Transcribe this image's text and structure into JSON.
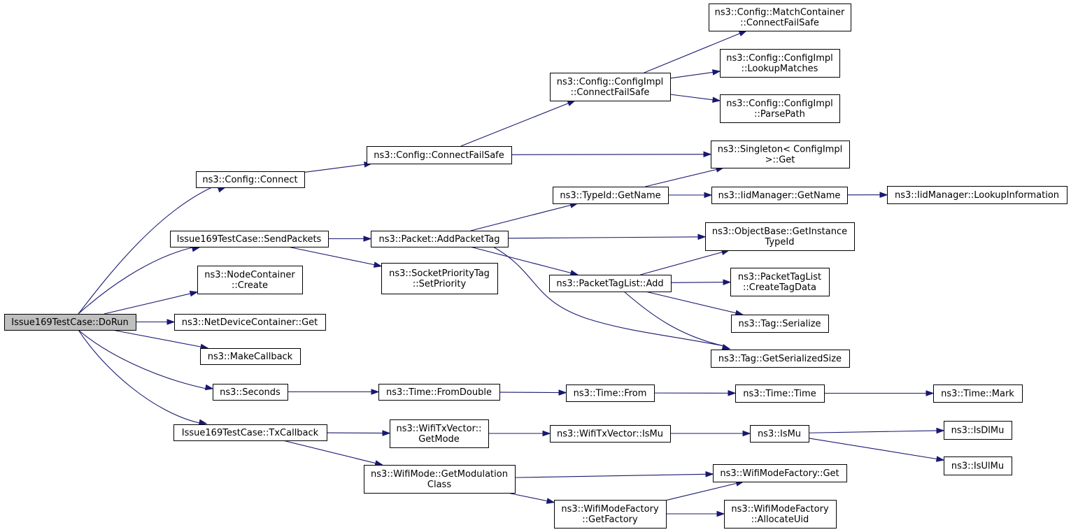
{
  "colors": {
    "edge": "#191970",
    "node_border": "#000000",
    "node_fill": "#ffffff",
    "root_fill": "#bfbfbf"
  },
  "nodes": {
    "n_dorun": [
      "Issue169TestCase::DoRun"
    ],
    "n_cfg_connect": [
      "ns3::Config::Connect"
    ],
    "n_sendpackets": [
      "Issue169TestCase::SendPackets"
    ],
    "n_nodecont_create": [
      "ns3::NodeContainer",
      "::Create"
    ],
    "n_netdev_get": [
      "ns3::NetDeviceContainer::Get"
    ],
    "n_makecallback": [
      "ns3::MakeCallback"
    ],
    "n_seconds": [
      "ns3::Seconds"
    ],
    "n_txcallback": [
      "Issue169TestCase::TxCallback"
    ],
    "n_cfg_connectfs": [
      "ns3::Config::ConnectFailSafe"
    ],
    "n_addpackettag": [
      "ns3::Packet::AddPacketTag"
    ],
    "n_socketprio": [
      "ns3::SocketPriorityTag",
      "::SetPriority"
    ],
    "n_fromdouble": [
      "ns3::Time::FromDouble"
    ],
    "n_txvec_getmode": [
      "ns3::WifiTxVector::",
      "GetMode"
    ],
    "n_getmodclass": [
      "ns3::WifiMode::GetModulation",
      "Class"
    ],
    "n_impl_connectfs": [
      "ns3::Config::ConfigImpl",
      "::ConnectFailSafe"
    ],
    "n_typeid_getname": [
      "ns3::TypeId::GetName"
    ],
    "n_ptl_add": [
      "ns3::PacketTagList::Add"
    ],
    "n_time_from": [
      "ns3::Time::From"
    ],
    "n_txvec_ismu": [
      "ns3::WifiTxVector::IsMu"
    ],
    "n_wmf_getfactory": [
      "ns3::WifiModeFactory",
      "::GetFactory"
    ],
    "n_match_connectfs": [
      "ns3::Config::MatchContainer",
      "::ConnectFailSafe"
    ],
    "n_lookupmatches": [
      "ns3::Config::ConfigImpl",
      "::LookupMatches"
    ],
    "n_parsepath": [
      "ns3::Config::ConfigImpl",
      "::ParsePath"
    ],
    "n_singleton_get": [
      "ns3::Singleton< ConfigImpl",
      ">::Get"
    ],
    "n_iid_getname": [
      "ns3::IidManager::GetName"
    ],
    "n_getinstancetypeid": [
      "ns3::ObjectBase::GetInstance",
      "TypeId"
    ],
    "n_createtagdata": [
      "ns3::PacketTagList",
      "::CreateTagData"
    ],
    "n_tag_serialize": [
      "ns3::Tag::Serialize"
    ],
    "n_tag_getsersize": [
      "ns3::Tag::GetSerializedSize"
    ],
    "n_time_time": [
      "ns3::Time::Time"
    ],
    "n_ismu": [
      "ns3::IsMu"
    ],
    "n_wmf_get": [
      "ns3::WifiModeFactory::Get"
    ],
    "n_allocateuid": [
      "ns3::WifiModeFactory",
      "::AllocateUid"
    ],
    "n_lookupinfo": [
      "ns3::IidManager::LookupInformation"
    ],
    "n_time_mark": [
      "ns3::Time::Mark"
    ],
    "n_isdlmu": [
      "ns3::IsDlMu"
    ],
    "n_isulmu": [
      "ns3::IsUlMu"
    ]
  },
  "edges": [
    [
      "n_dorun",
      "n_cfg_connect"
    ],
    [
      "n_dorun",
      "n_sendpackets"
    ],
    [
      "n_dorun",
      "n_nodecont_create"
    ],
    [
      "n_dorun",
      "n_netdev_get"
    ],
    [
      "n_dorun",
      "n_makecallback"
    ],
    [
      "n_dorun",
      "n_seconds"
    ],
    [
      "n_dorun",
      "n_txcallback"
    ],
    [
      "n_cfg_connect",
      "n_cfg_connectfs"
    ],
    [
      "n_cfg_connectfs",
      "n_impl_connectfs"
    ],
    [
      "n_cfg_connectfs",
      "n_singleton_get"
    ],
    [
      "n_impl_connectfs",
      "n_match_connectfs"
    ],
    [
      "n_impl_connectfs",
      "n_lookupmatches"
    ],
    [
      "n_impl_connectfs",
      "n_parsepath"
    ],
    [
      "n_sendpackets",
      "n_addpackettag"
    ],
    [
      "n_sendpackets",
      "n_socketprio"
    ],
    [
      "n_addpackettag",
      "n_typeid_getname"
    ],
    [
      "n_addpackettag",
      "n_getinstancetypeid"
    ],
    [
      "n_addpackettag",
      "n_ptl_add"
    ],
    [
      "n_addpackettag",
      "n_tag_getsersize"
    ],
    [
      "n_typeid_getname",
      "n_singleton_get"
    ],
    [
      "n_typeid_getname",
      "n_iid_getname"
    ],
    [
      "n_iid_getname",
      "n_lookupinfo"
    ],
    [
      "n_ptl_add",
      "n_getinstancetypeid"
    ],
    [
      "n_ptl_add",
      "n_createtagdata"
    ],
    [
      "n_ptl_add",
      "n_tag_serialize"
    ],
    [
      "n_ptl_add",
      "n_tag_getsersize"
    ],
    [
      "n_seconds",
      "n_fromdouble"
    ],
    [
      "n_fromdouble",
      "n_time_from"
    ],
    [
      "n_time_from",
      "n_time_time"
    ],
    [
      "n_time_time",
      "n_time_mark"
    ],
    [
      "n_txcallback",
      "n_txvec_getmode"
    ],
    [
      "n_txcallback",
      "n_getmodclass"
    ],
    [
      "n_txvec_getmode",
      "n_txvec_ismu"
    ],
    [
      "n_txvec_ismu",
      "n_ismu"
    ],
    [
      "n_ismu",
      "n_isdlmu"
    ],
    [
      "n_ismu",
      "n_isulmu"
    ],
    [
      "n_getmodclass",
      "n_wmf_get"
    ],
    [
      "n_getmodclass",
      "n_wmf_getfactory"
    ],
    [
      "n_wmf_getfactory",
      "n_wmf_get"
    ],
    [
      "n_wmf_getfactory",
      "n_allocateuid"
    ]
  ]
}
